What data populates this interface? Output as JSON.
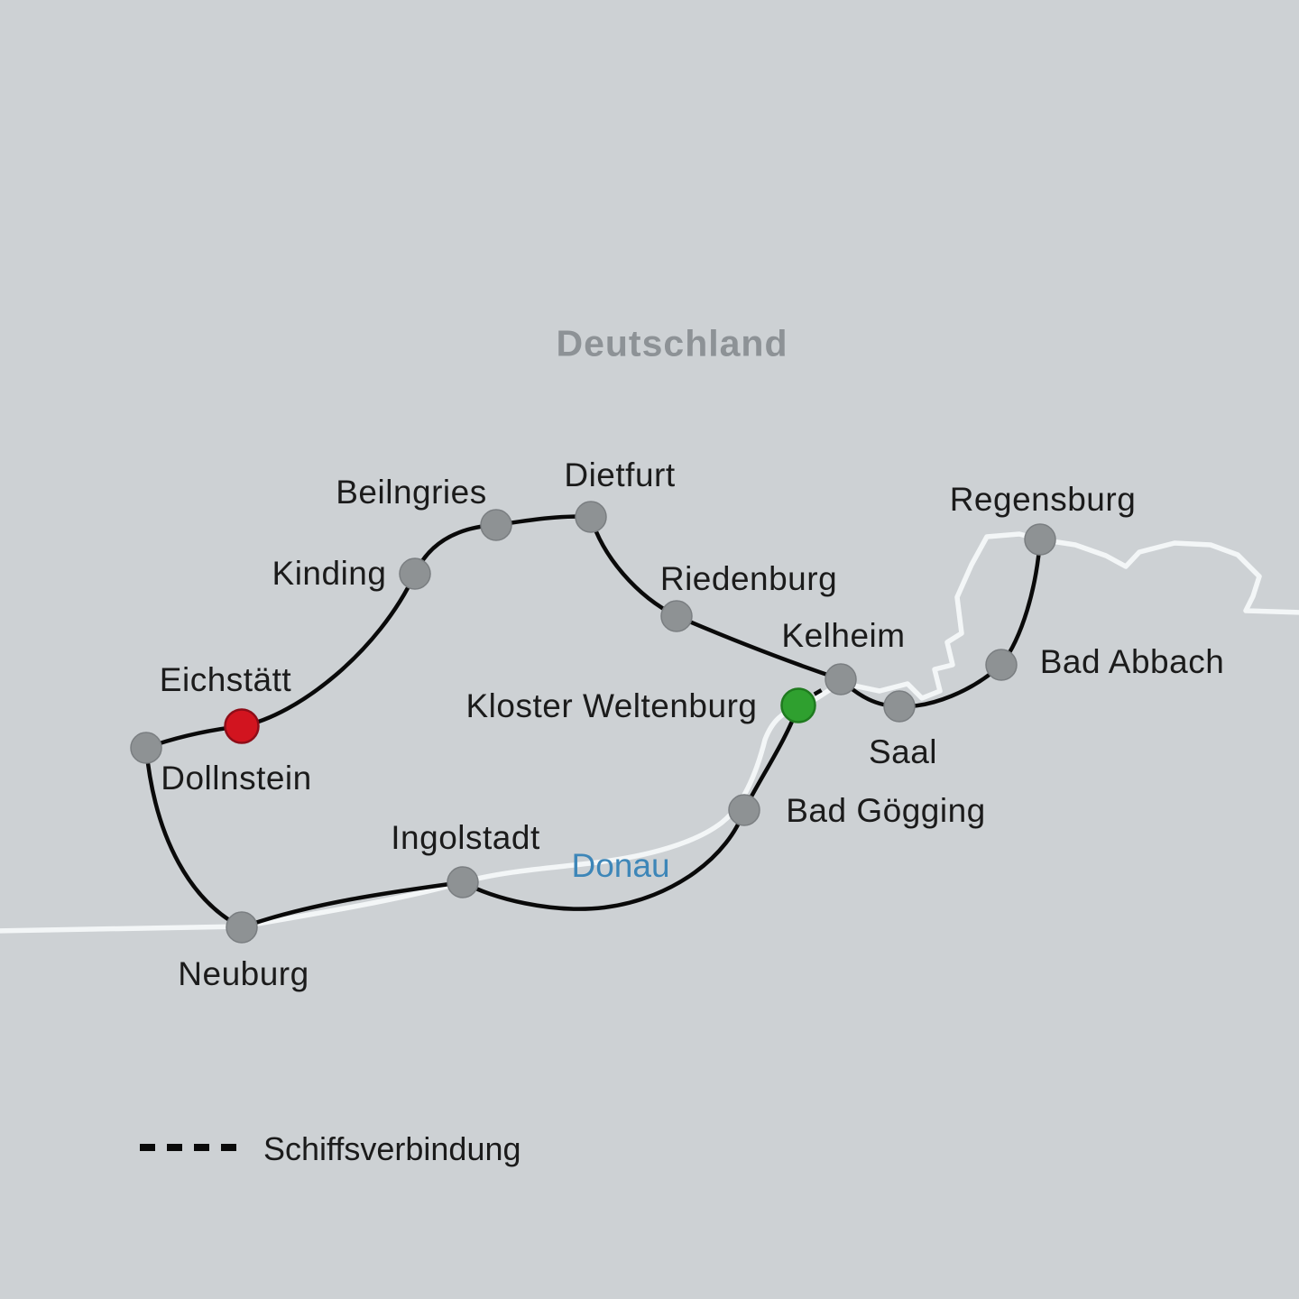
{
  "map": {
    "country_label": "Deutschland",
    "river_label": "Donau"
  },
  "legend": {
    "symbol": "dashed-line",
    "label": "Schiffsverbindung"
  },
  "cities": [
    {
      "name": "Regensburg",
      "marker": "gray"
    },
    {
      "name": "Bad Abbach",
      "marker": "gray"
    },
    {
      "name": "Saal",
      "marker": "gray"
    },
    {
      "name": "Kelheim",
      "marker": "gray"
    },
    {
      "name": "Riedenburg",
      "marker": "gray"
    },
    {
      "name": "Dietfurt",
      "marker": "gray"
    },
    {
      "name": "Beilngries",
      "marker": "gray"
    },
    {
      "name": "Kinding",
      "marker": "gray"
    },
    {
      "name": "Eichstätt",
      "marker": "red"
    },
    {
      "name": "Dollnstein",
      "marker": "gray"
    },
    {
      "name": "Neuburg",
      "marker": "gray"
    },
    {
      "name": "Ingolstadt",
      "marker": "gray"
    },
    {
      "name": "Bad Gögging",
      "marker": "gray"
    },
    {
      "name": "Kloster Weltenburg",
      "marker": "green"
    }
  ],
  "colors": {
    "background": "#cdd1d4",
    "route": "#0a0a0a",
    "river": "#f3f6f7",
    "ship_connection": "#0a0a0a",
    "station_dot": "#8e9294",
    "start_dot": "#2fa02f",
    "highlight_dot": "#d2141f",
    "country_label": "#8d9296",
    "river_label": "#3d86b8",
    "city_label": "#1b1b1b"
  }
}
